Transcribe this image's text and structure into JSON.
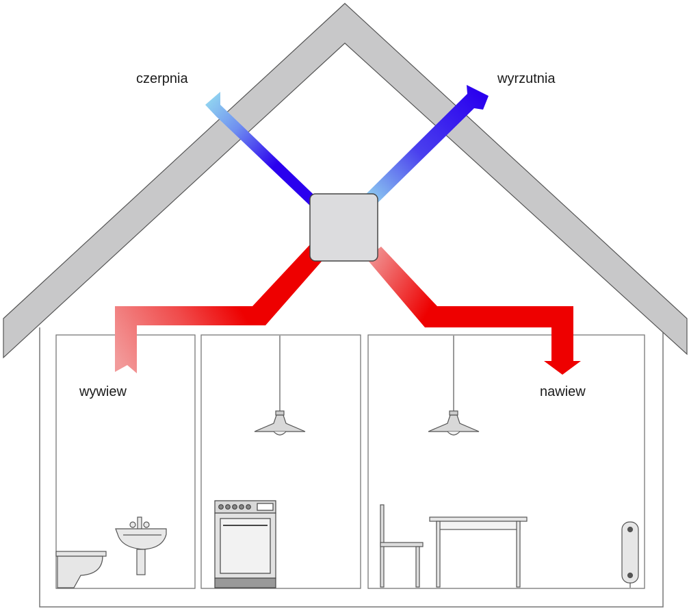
{
  "labels": {
    "intake": "czerpnia",
    "exhaust": "wyrzutnia",
    "extract": "wywiew",
    "supply": "nawiew"
  },
  "colors": {
    "cold_dark": "#2a00ee",
    "cold_light": "#8fd0f0",
    "warm_dark": "#ee0000",
    "warm_light": "#f08a8a",
    "roof_fill": "#c8c8c9",
    "unit_fill": "#dcdcde",
    "outline": "#555555"
  },
  "icons": [
    "roof",
    "heat-recovery-unit",
    "toilet-icon",
    "sink-icon",
    "stove-icon",
    "pendant-lamp-icon",
    "chair-icon",
    "table-icon",
    "radiator-icon"
  ]
}
